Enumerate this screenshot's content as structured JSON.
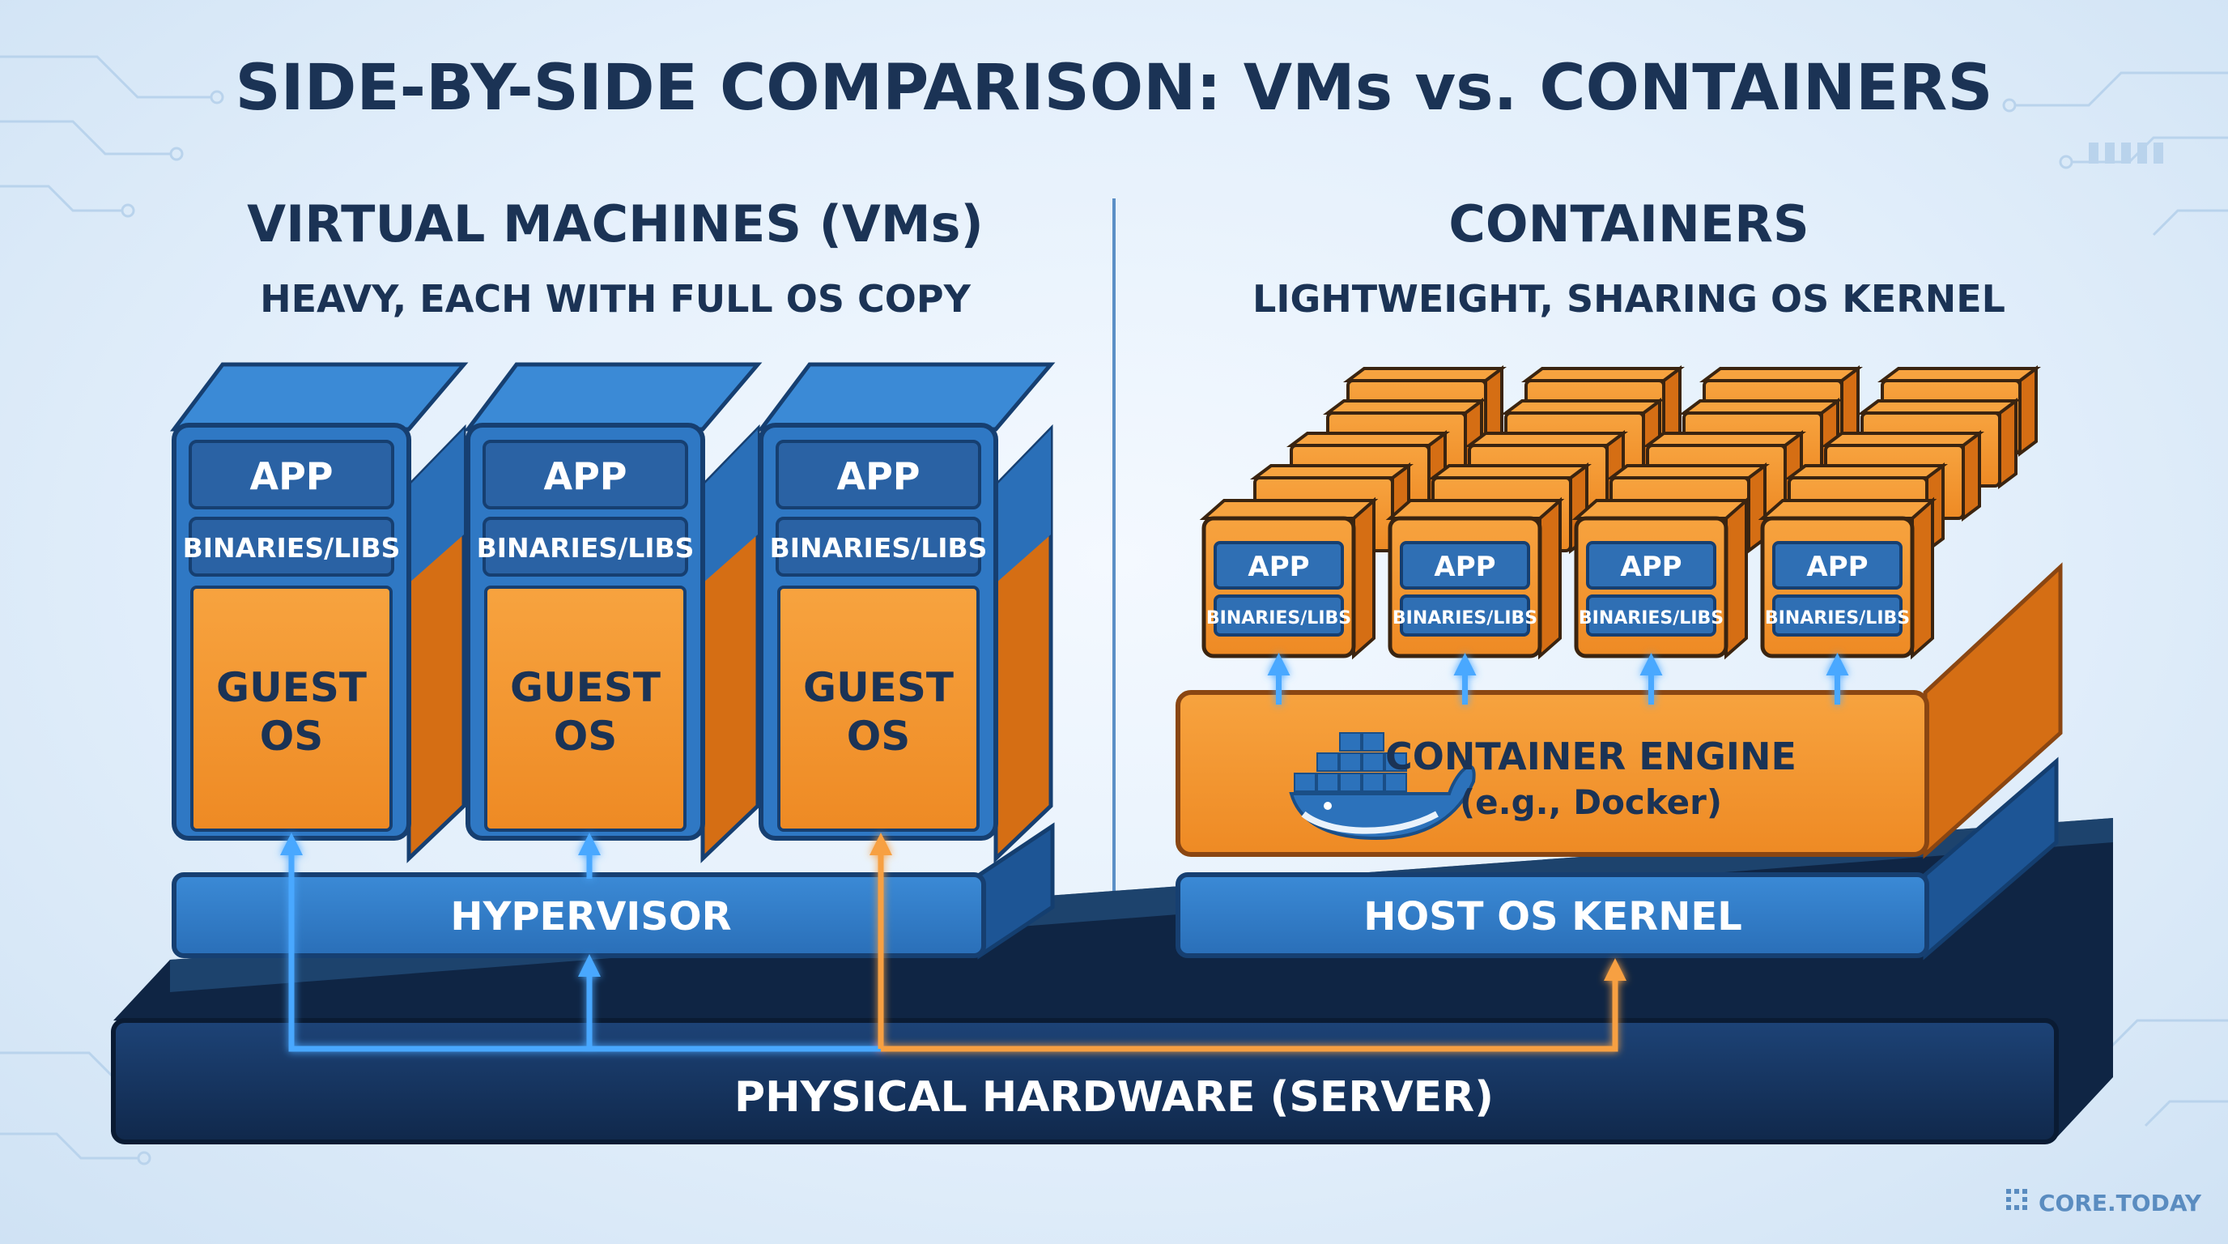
{
  "title": "SIDE-BY-SIDE COMPARISON: VMs vs. CONTAINERS",
  "vm_section": {
    "heading": "VIRTUAL MACHINES (VMs)",
    "subheading": "HEAVY, EACH WITH FULL OS COPY",
    "stacks": [
      {
        "app": "APP",
        "libs": "BINARIES/LIBS",
        "os_line1": "GUEST",
        "os_line2": "OS"
      },
      {
        "app": "APP",
        "libs": "BINARIES/LIBS",
        "os_line1": "GUEST",
        "os_line2": "OS"
      },
      {
        "app": "APP",
        "libs": "BINARIES/LIBS",
        "os_line1": "GUEST",
        "os_line2": "OS"
      }
    ],
    "hypervisor": "HYPERVISOR"
  },
  "container_section": {
    "heading": "CONTAINERS",
    "subheading": "LIGHTWEIGHT, SHARING OS KERNEL",
    "containers": [
      {
        "app": "APP",
        "libs": "BINARIES/LIBS"
      },
      {
        "app": "APP",
        "libs": "BINARIES/LIBS"
      },
      {
        "app": "APP",
        "libs": "BINARIES/LIBS"
      },
      {
        "app": "APP",
        "libs": "BINARIES/LIBS"
      }
    ],
    "engine_line1": "CONTAINER ENGINE",
    "engine_line2": "(e.g., Docker)",
    "kernel": "HOST OS KERNEL"
  },
  "hardware": "PHYSICAL HARDWARE (SERVER)",
  "brand": "CORE.TODAY",
  "colors": {
    "navy": "#1b3355",
    "blue": "#2f78c4",
    "blue_dark": "#1d5595",
    "orange": "#f29430",
    "orange_dark": "#d96f16",
    "hardware": "#14315a",
    "arrow_blue": "#4aa8ff",
    "arrow_orange": "#f7a043"
  }
}
